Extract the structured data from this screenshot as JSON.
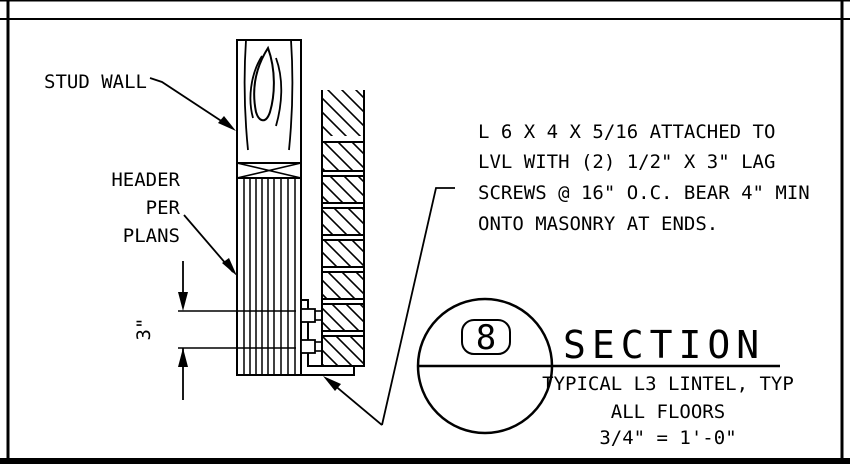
{
  "labels": {
    "stud_wall": "STUD WALL",
    "header_line1": "HEADER",
    "header_line2": "PER",
    "header_line3": "PLANS",
    "dimension": "3\"",
    "note_line1": "L 6 X 4 X 5/16 ATTACHED TO",
    "note_line2": "LVL WITH (2) 1/2\" X 3\" LAG",
    "note_line3": "SCREWS @ 16\" O.C. BEAR 4\" MIN",
    "note_line4": "ONTO MASONRY AT ENDS."
  },
  "title_block": {
    "number": "8",
    "title": "SECTION",
    "subtitle_line1": "TYPICAL L3 LINTEL, TYP",
    "subtitle_line2": "ALL FLOORS",
    "scale": "3/4\" = 1'-0\""
  }
}
